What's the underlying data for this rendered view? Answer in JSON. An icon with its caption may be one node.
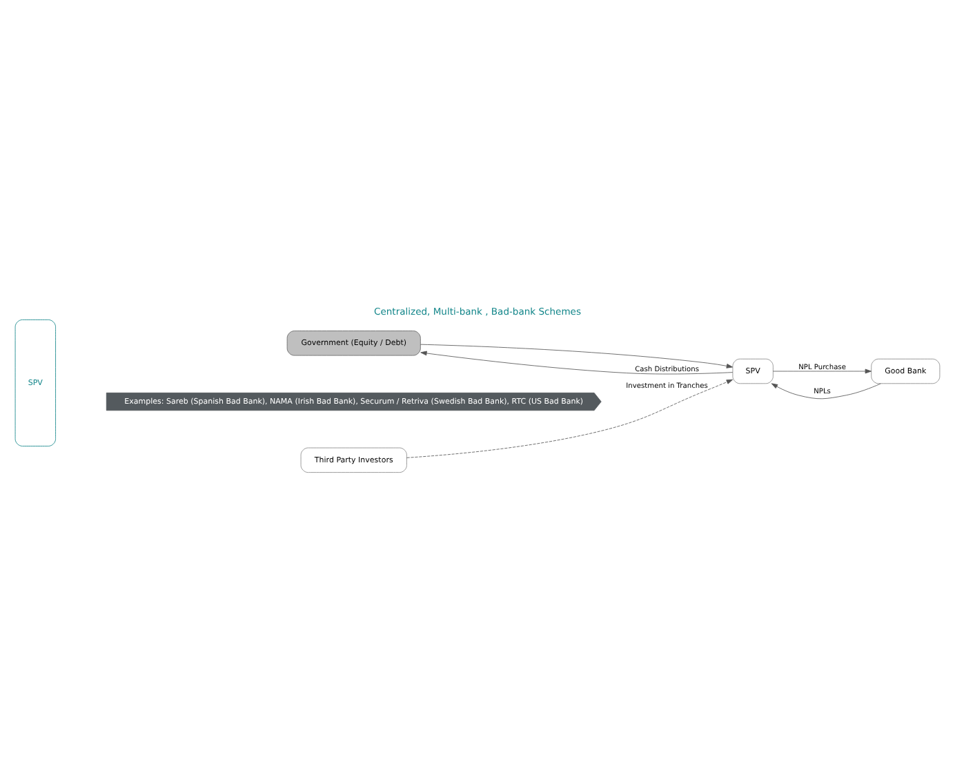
{
  "diagram": {
    "title": "Centralized, Multi-bank , Bad-bank Schemes",
    "nodes": [
      {
        "text": [
          "SPV"
        ]
      },
      {
        "text": [
          "Third Party Investors"
        ]
      },
      {
        "text": [
          "Good Bank"
        ]
      },
      {
        "text": [
          "Government (Equity / Debt)"
        ]
      },
      {
        "text": [
          "SPV"
        ]
      },
      {
        "text": [
          "Examples: Sareb (Spanish Bad Bank), NAMA (Irish Bad Bank), Securum / Retriva (Swedish Bad Bank), RTC (US Bad Bank)"
        ]
      }
    ],
    "edges": [
      {
        "from": 1,
        "to": 4,
        "arrow": "to",
        "label": "Investment in Tranches",
        "style": "dashed"
      },
      {
        "from": 2,
        "to": 4,
        "arrow": "to",
        "label": "NPLs"
      },
      {
        "from": 4,
        "to": 2,
        "arrow": "to",
        "label": "NPL Purchase"
      },
      {
        "from": 3,
        "to": 4,
        "arrow": "to"
      },
      {
        "from": 4,
        "to": 3,
        "arrow": "to",
        "label": "Cash Distributions"
      }
    ]
  }
}
